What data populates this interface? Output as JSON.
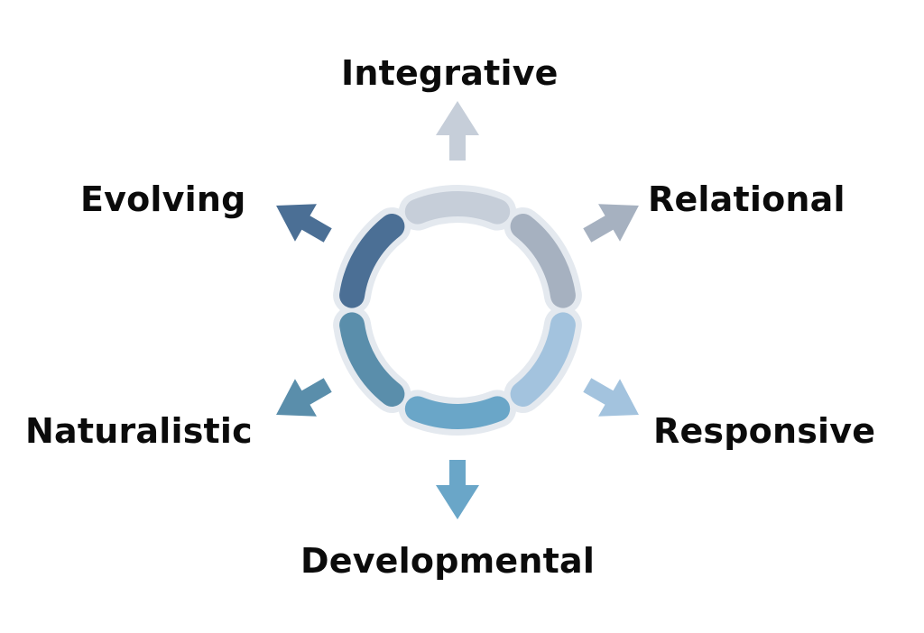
{
  "ring": {
    "segments": [
      {
        "key": "integrative",
        "label": "Integrative",
        "color": "#c6ced9"
      },
      {
        "key": "relational",
        "label": "Relational",
        "color": "#a6b1c0"
      },
      {
        "key": "responsive",
        "label": "Responsive",
        "color": "#a3c3de"
      },
      {
        "key": "developmental",
        "label": "Developmental",
        "color": "#6aa6c8"
      },
      {
        "key": "naturalistic",
        "label": "Naturalistic",
        "color": "#5a8eab"
      },
      {
        "key": "evolving",
        "label": "Evolving",
        "color": "#4b6f95"
      }
    ],
    "halo_color": "#e4e9ef"
  }
}
